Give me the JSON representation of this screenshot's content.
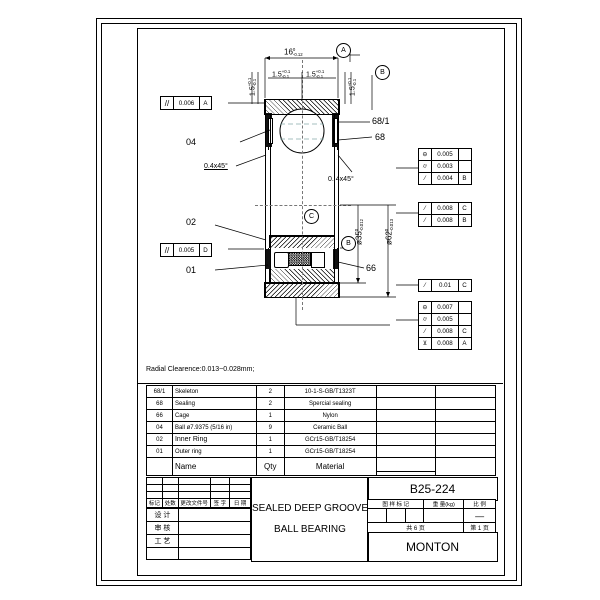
{
  "drawing": {
    "note": "Radial Clearence:0.013~0.028mm;",
    "chamfer_left": "0.4x45°",
    "chamfer_right": "0. 4x45°",
    "width_dim": "16",
    "width_tol_upper": "0",
    "width_tol_lower": "-0.12",
    "seal_dim_left": "1.5",
    "seal_tol_upper": "+0.1",
    "seal_tol_lower": "-0.1",
    "seal_dim_right": "1.5",
    "edge_dim_left": "1.5",
    "edge_dim_right": "1.5",
    "bore_dim": "ø35",
    "bore_tol_upper": "0",
    "bore_tol_lower": "-0.012",
    "od_dim": "ø62",
    "od_tol_upper": "0",
    "od_tol_lower": "-0.013",
    "balloons": [
      {
        "label": "68/1"
      },
      {
        "label": "68"
      },
      {
        "label": "66"
      },
      {
        "label": "04"
      },
      {
        "label": "02"
      },
      {
        "label": "01"
      }
    ],
    "datums": [
      "A",
      "B",
      "C",
      "D"
    ]
  },
  "fcf": {
    "left_top": {
      "symbol": "//",
      "value": "0.006",
      "datum": "A"
    },
    "left_mid": {
      "symbol": "//",
      "value": "0.005",
      "datum": "D"
    },
    "right_1": [
      {
        "symbol": "concentricity",
        "value": "0.005",
        "datum": ""
      },
      {
        "symbol": "cylindricity",
        "value": "0.003",
        "datum": ""
      },
      {
        "symbol": "runout",
        "value": "0.004",
        "datum": "B"
      }
    ],
    "right_2": [
      {
        "symbol": "runout",
        "value": "0.008",
        "datum": "C"
      },
      {
        "symbol": "runout",
        "value": "0.008",
        "datum": "B"
      }
    ],
    "right_3": [
      {
        "symbol": "runout",
        "value": "0.01",
        "datum": "C"
      }
    ],
    "right_4": [
      {
        "symbol": "concentricity",
        "value": "0.007",
        "datum": ""
      },
      {
        "symbol": "cylindricity",
        "value": "0.005",
        "datum": ""
      },
      {
        "symbol": "runout",
        "value": "0.008",
        "datum": "C"
      },
      {
        "symbol": "profile",
        "value": "0.008",
        "datum": "A"
      }
    ]
  },
  "parts_table": {
    "headers": [
      "",
      "Name",
      "Qty",
      "Material",
      "",
      ""
    ],
    "rows": [
      {
        "no": "68/1",
        "name": "Skeleton",
        "qty": "2",
        "material": "10-1-S-GB/T1323T"
      },
      {
        "no": "68",
        "name": "Sealing",
        "qty": "2",
        "material": "Spercial sealing"
      },
      {
        "no": "66",
        "name": "Cage",
        "qty": "1",
        "material": "Nylon"
      },
      {
        "no": "04",
        "name": "Ball   ø7.9375 (5/16 in)",
        "qty": "9",
        "material": "Ceramic Ball"
      },
      {
        "no": "02",
        "name": "Inner Ring",
        "qty": "1",
        "material": "GCr15-GB/T18254"
      },
      {
        "no": "01",
        "name": "Outer ring",
        "qty": "1",
        "material": "GCr15-GB/T18254"
      }
    ]
  },
  "title_block": {
    "rev_headers": [
      "标记",
      "处数",
      "更改文件号",
      "签  字",
      "日  期"
    ],
    "roles": [
      "设  计",
      "审  核",
      "工  艺"
    ],
    "title_line1": "SEALED DEEP GROOVE",
    "title_line2": "BALL BEARING",
    "part_number": "B25-224",
    "right_headers": [
      "图  样  标  记",
      "重  量(kg)",
      "比  例"
    ],
    "scale_value": "—",
    "pages_total": "共  6  页",
    "page_current": "第  1  页",
    "company": "MONTON"
  }
}
